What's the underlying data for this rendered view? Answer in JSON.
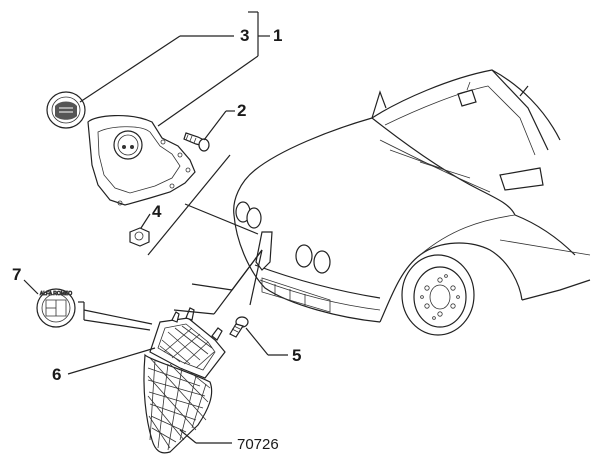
{
  "callouts": {
    "c1": "1",
    "c2": "2",
    "c3": "3",
    "c4": "4",
    "c5": "5",
    "c6": "6",
    "c7": "7"
  },
  "drawing_ref": "70726",
  "badge_text": "ALFA ROMEO"
}
